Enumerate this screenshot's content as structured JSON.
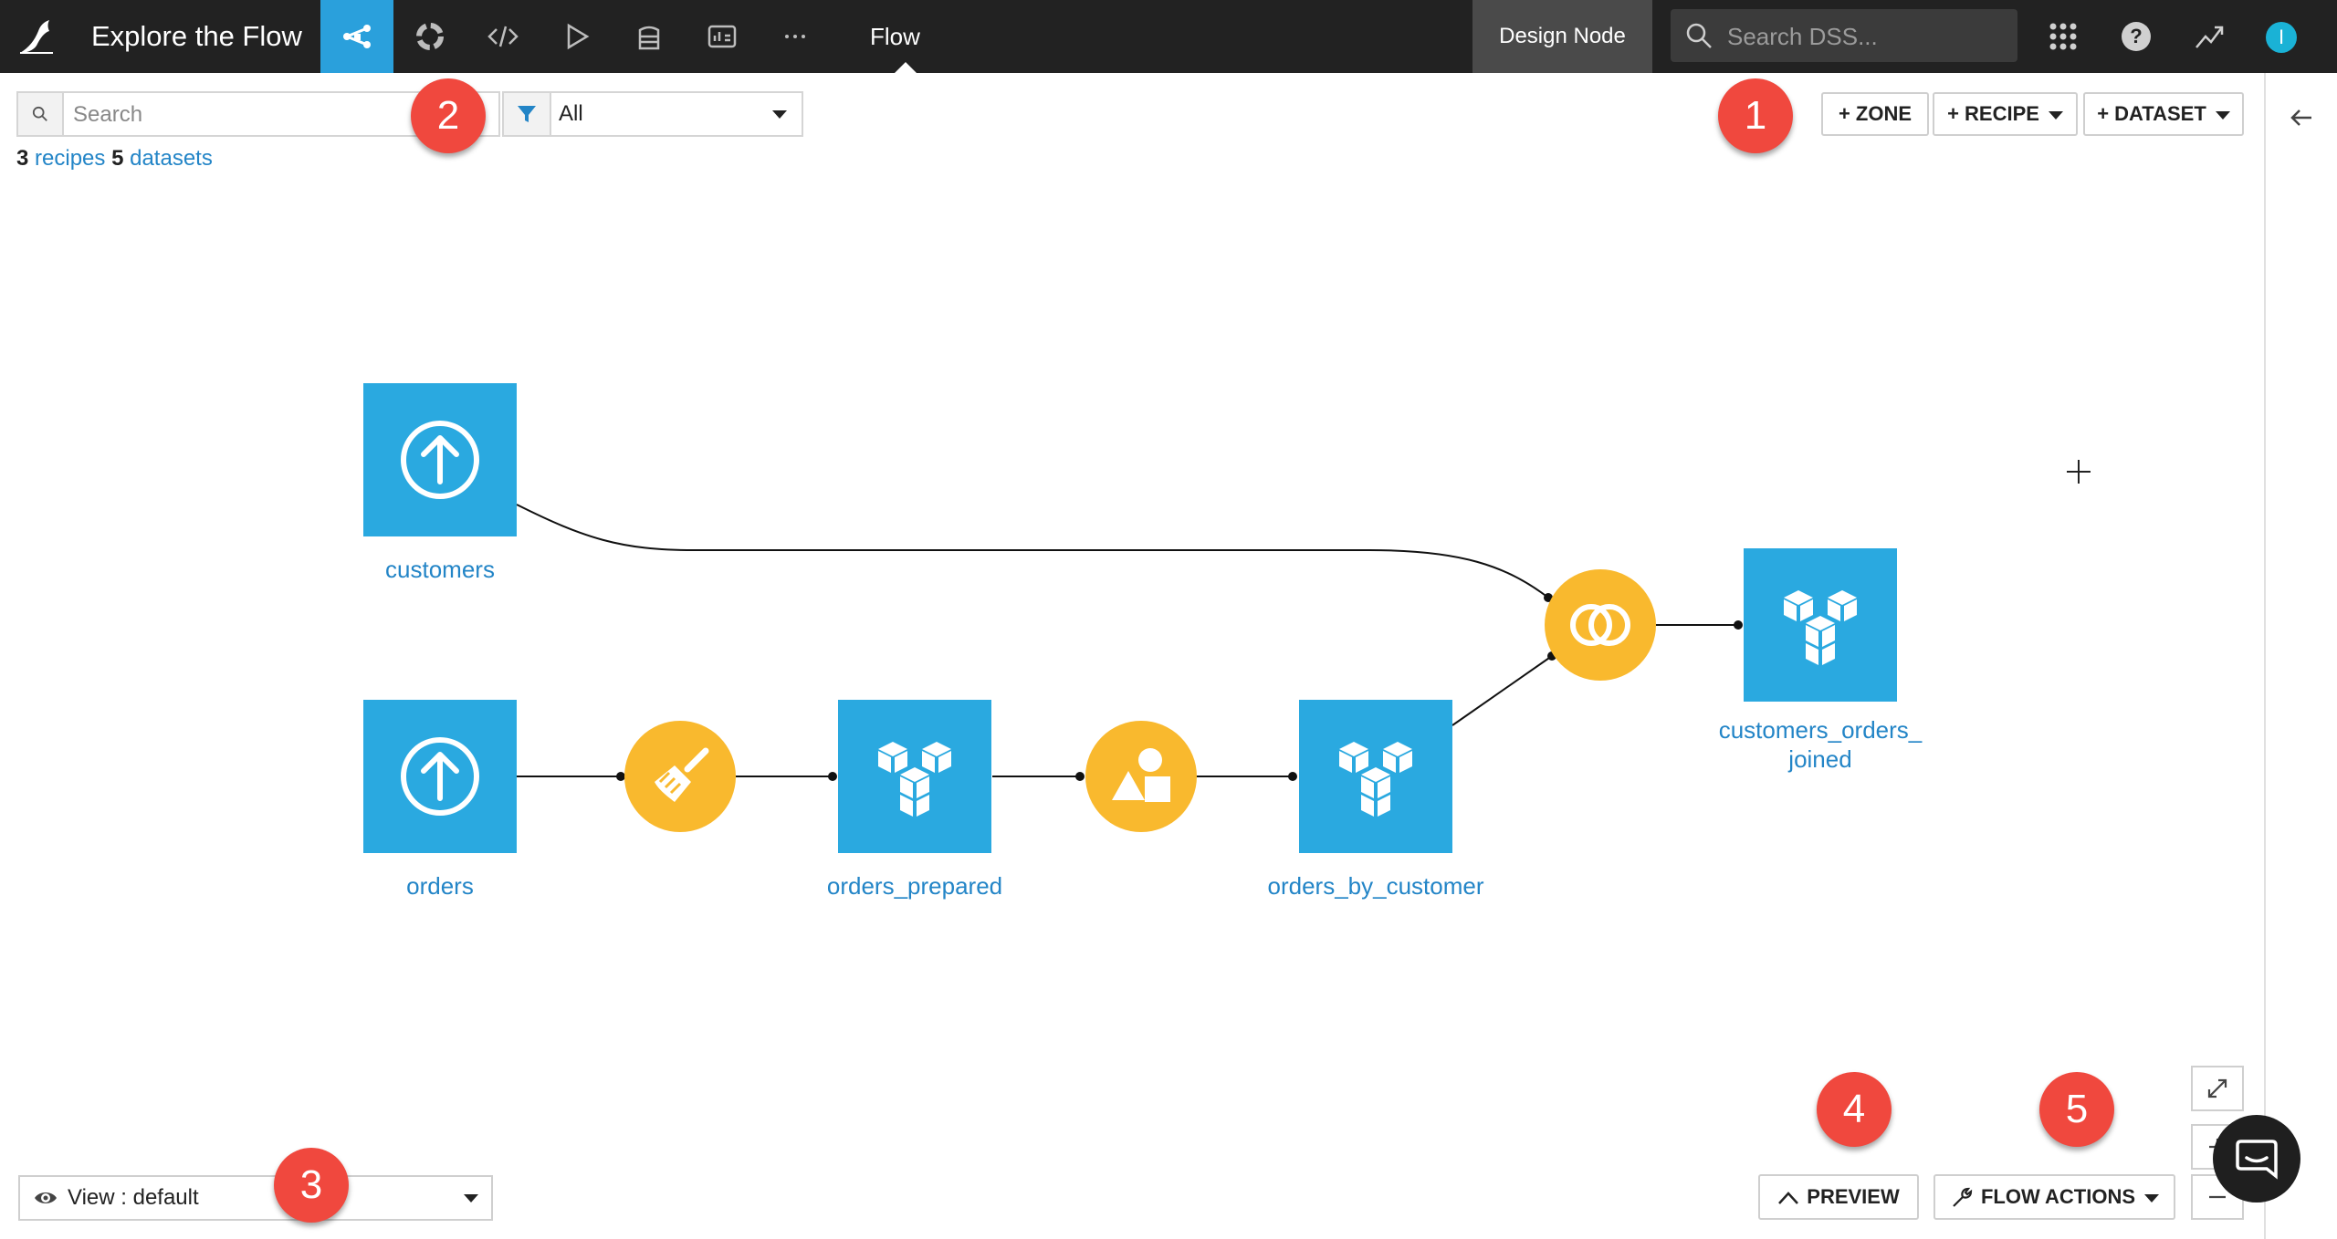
{
  "topbar": {
    "project_title": "Explore the Flow",
    "current_section": "Flow",
    "design_node_label": "Design Node",
    "search_placeholder": "Search DSS...",
    "avatar_initial": "I",
    "nav_icons": [
      "flow-icon",
      "lifecycle-icon",
      "code-icon",
      "run-icon",
      "library-icon",
      "dashboard-icon",
      "more-icon"
    ],
    "right_icons": [
      "apps-grid-icon",
      "help-icon",
      "trend-icon",
      "user-avatar"
    ]
  },
  "toolbar": {
    "search_placeholder": "Search",
    "filter_value": "All",
    "recipes_count": "3",
    "recipes_label": "recipes",
    "datasets_count": "5",
    "datasets_label": "datasets",
    "zone_button": "+ ZONE",
    "recipe_button": "+ RECIPE",
    "dataset_button": "+ DATASET"
  },
  "flow": {
    "datasets": [
      {
        "id": "customers",
        "label": "customers",
        "type": "uploaded"
      },
      {
        "id": "orders",
        "label": "orders",
        "type": "uploaded"
      },
      {
        "id": "orders_prepared",
        "label": "orders_prepared",
        "type": "managed"
      },
      {
        "id": "orders_by_customer",
        "label": "orders_by_customer",
        "type": "managed"
      },
      {
        "id": "customers_orders_joined",
        "label_line1": "customers_orders_",
        "label_line2": "joined",
        "type": "managed"
      }
    ],
    "recipes": [
      {
        "id": "prepare",
        "type": "prepare-recipe"
      },
      {
        "id": "group",
        "type": "group-recipe"
      },
      {
        "id": "join",
        "type": "join-recipe"
      }
    ]
  },
  "bottom": {
    "view_label": "View : default",
    "preview_button": "PREVIEW",
    "flow_actions_button": "FLOW ACTIONS"
  },
  "badges": [
    "1",
    "2",
    "3",
    "4",
    "5"
  ],
  "colors": {
    "topbar": "#222222",
    "accent": "#2aa0dc",
    "dataset": "#2aa9e0",
    "recipe": "#f9b92e",
    "badge": "#f0483e",
    "link": "#2385c7"
  }
}
